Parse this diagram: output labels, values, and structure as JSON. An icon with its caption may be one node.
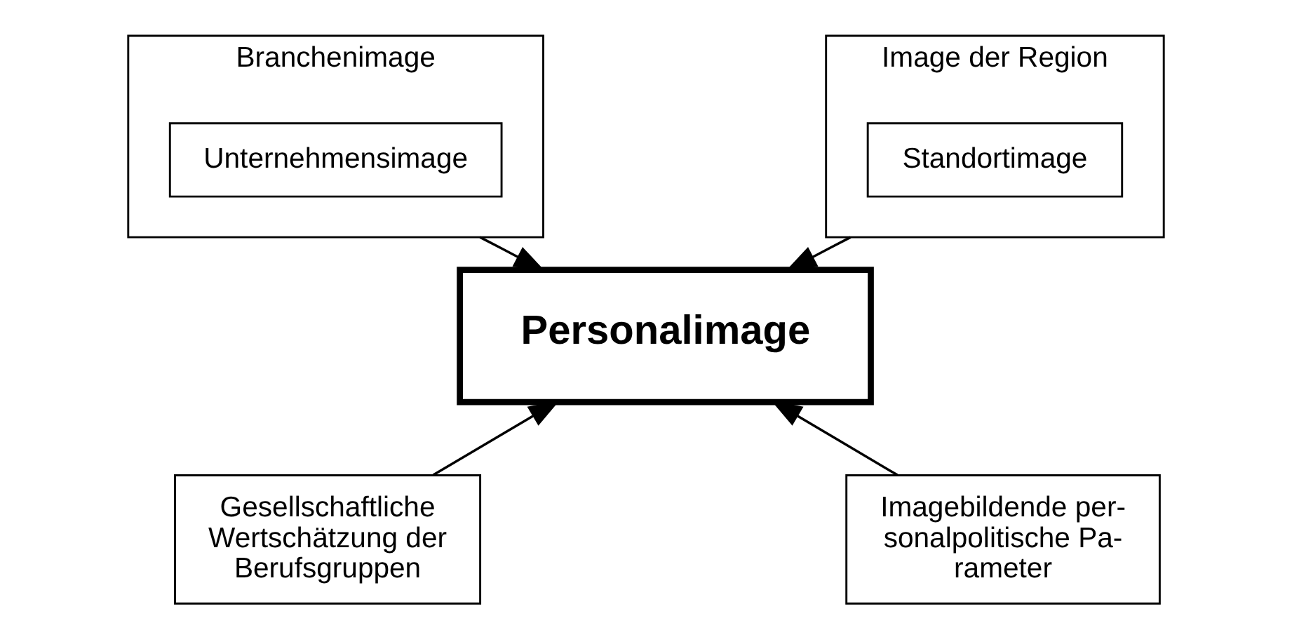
{
  "diagram": {
    "nodes": [
      {
        "text": [
          "Branchenimage"
        ]
      },
      {
        "text": [
          "Unternehmensimage"
        ],
        "in": 0
      },
      {
        "text": [
          "Image der Region"
        ]
      },
      {
        "text": [
          "Standortimage"
        ],
        "in": 2
      },
      {
        "text": [
          "Personalimage"
        ]
      },
      {
        "text": [
          "Gesellschaftliche Wertschätzung der Berufsgruppen"
        ]
      },
      {
        "text": [
          "Imagebildende per- sonalpolitische Pa- rameter"
        ]
      }
    ],
    "edges": [
      {
        "from": 0,
        "to": 4,
        "arrow": "to"
      },
      {
        "from": 2,
        "to": 4,
        "arrow": "to"
      },
      {
        "from": 5,
        "to": 4,
        "arrow": "to"
      },
      {
        "from": 6,
        "to": 4,
        "arrow": "to"
      }
    ]
  }
}
